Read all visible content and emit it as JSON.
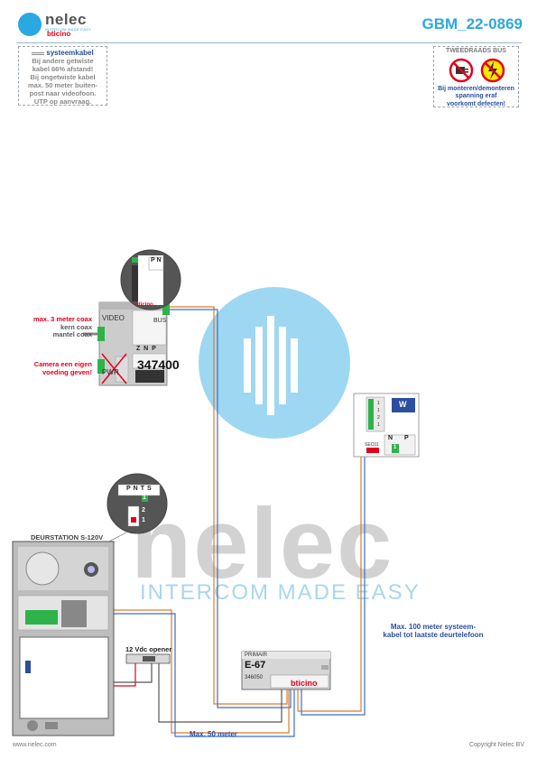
{
  "header": {
    "brand": "nelec",
    "brand_tagline": "INTERCOM MADE EASY",
    "brand_sub": "bticino",
    "doc_id": "GBM_22-0869"
  },
  "info_box": {
    "title": "systeemkabel",
    "lines": [
      "Bij andere getwiste",
      "kabel 66% afstand!",
      "Bij ongetwiste kabel",
      "max. 50 meter buiten-",
      "post naar videofoon.",
      "UTP op aanvraag."
    ]
  },
  "warning_box": {
    "title": "TWEEDRAADS BUS",
    "lines": [
      "Bij monteren/demonteren",
      "spanning eraf",
      "voorkomt defecten!"
    ]
  },
  "watermark": {
    "word": "nelec",
    "tagline": "INTERCOM MADE EASY"
  },
  "module_347400": {
    "code": "347400",
    "brand": "bticino",
    "video_label": "VIDEO",
    "pwr_label": "PWR",
    "bus_label": "BUS",
    "terminals_top": [
      "P",
      "N",
      "BUS"
    ],
    "terminals_bottom": [
      "Z",
      "N",
      "P"
    ],
    "note_coax_max": "max. 3 meter coax",
    "note_core": "kern coax",
    "note_shield": "mantel coax",
    "note_camera_1": "Camera een eigen",
    "note_camera_2": "voeding geven!"
  },
  "door_station": {
    "label": "DEURSTATION S-120V",
    "switch_labels": [
      "P",
      "N",
      "T",
      "S"
    ],
    "switch_value": "1",
    "dip_labels": [
      "2",
      "1"
    ]
  },
  "opener": {
    "label": "12 Vdc opener"
  },
  "power_supply": {
    "label": "E-67",
    "code": "346050",
    "brand": "bticino",
    "top_label": "PRIMAIR"
  },
  "monitor": {
    "badge": "W",
    "terminals": [
      "N",
      "P"
    ],
    "value": "1",
    "side_labels": [
      "1",
      "1",
      "2",
      "1"
    ],
    "left_label": "SEC01"
  },
  "notes": {
    "max_50": "Max. 50 meter",
    "max_100_line1": "Max. 100 meter systeem-",
    "max_100_line2": "kabel tot laatste deurtelefoon"
  },
  "footer": {
    "website": "www.nelec.com",
    "copyright": "Copyright Nelec BV"
  },
  "colors": {
    "accent": "#29a9e0",
    "red": "#e2001a",
    "blue_text": "#2b4ea0",
    "green_terminal": "#2db34a",
    "wire_orange": "#e07a2a",
    "wire_blue": "#3b6fc9"
  }
}
